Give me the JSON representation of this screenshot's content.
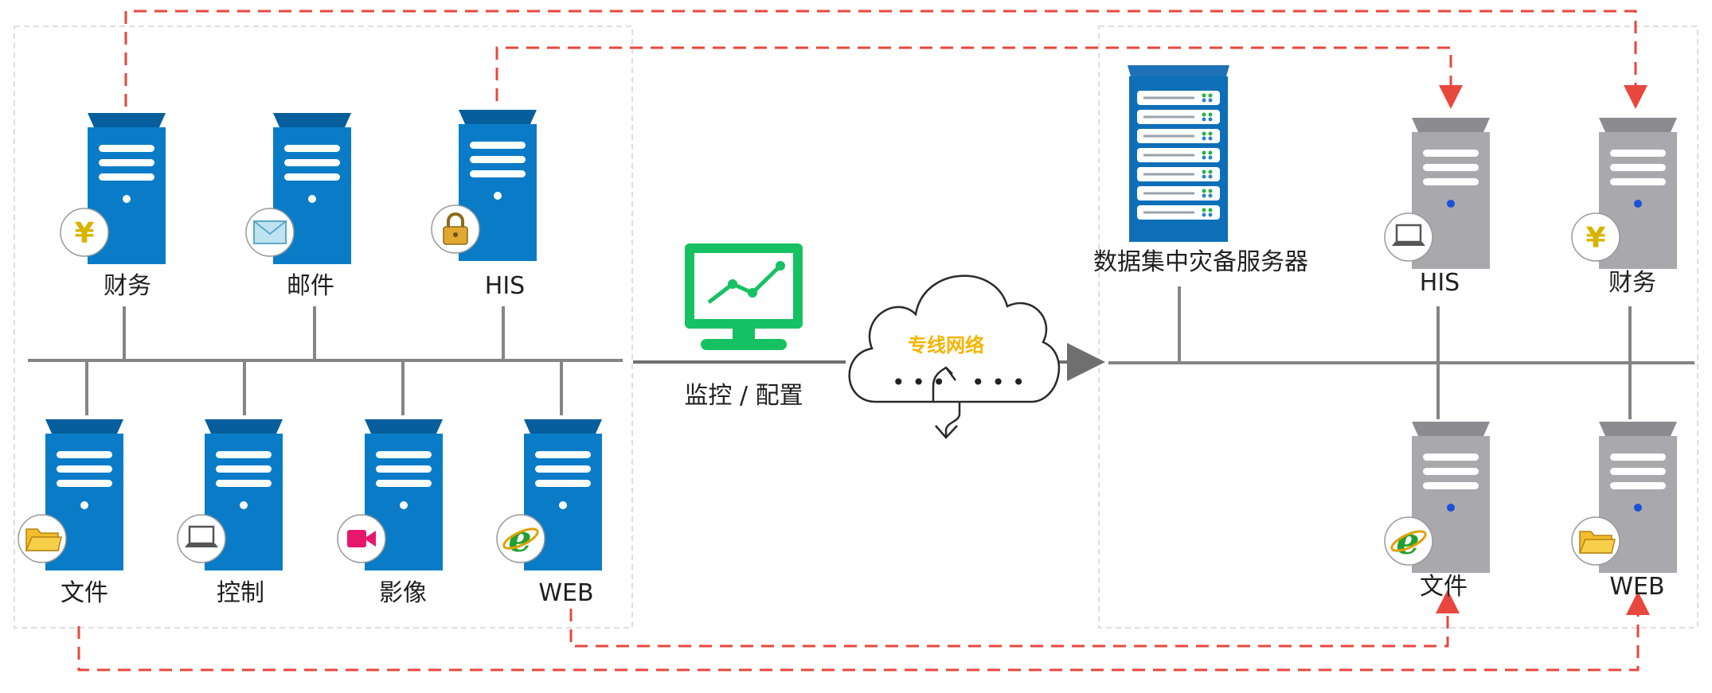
{
  "colors": {
    "primary_server": "#0a7cc7",
    "primary_server_dark": "#065f9c",
    "backup_server": "#a9a9ad",
    "backup_server_dark": "#8b8b90",
    "monitor": "#16c163",
    "replication_line": "#e8473e",
    "bus_line": "#858585",
    "cloud_label": "#f5b400"
  },
  "primary_site": {
    "top_servers": [
      {
        "label": "财务",
        "icon": "yen-icon"
      },
      {
        "label": "邮件",
        "icon": "mail-icon"
      },
      {
        "label": "HIS",
        "icon": "lock-icon"
      }
    ],
    "bottom_servers": [
      {
        "label": "文件",
        "icon": "folder-icon"
      },
      {
        "label": "控制",
        "icon": "laptop-icon"
      },
      {
        "label": "影像",
        "icon": "video-camera-icon"
      },
      {
        "label": "WEB",
        "icon": "ie-browser-icon"
      }
    ]
  },
  "monitor": {
    "label": "监控 / 配置",
    "icon": "monitor-chart-icon"
  },
  "network": {
    "label": "专线网络",
    "icon": "cloud-icon"
  },
  "backup_site": {
    "central_server": {
      "label": "数据集中灾备服务器",
      "icon": "rack-server-icon"
    },
    "top_servers": [
      {
        "label": "HIS",
        "icon": "laptop-icon"
      },
      {
        "label": "财务",
        "icon": "yen-icon"
      }
    ],
    "bottom_servers": [
      {
        "label": "文件",
        "icon": "ie-browser-icon"
      },
      {
        "label": "WEB",
        "icon": "folder-icon"
      }
    ]
  }
}
